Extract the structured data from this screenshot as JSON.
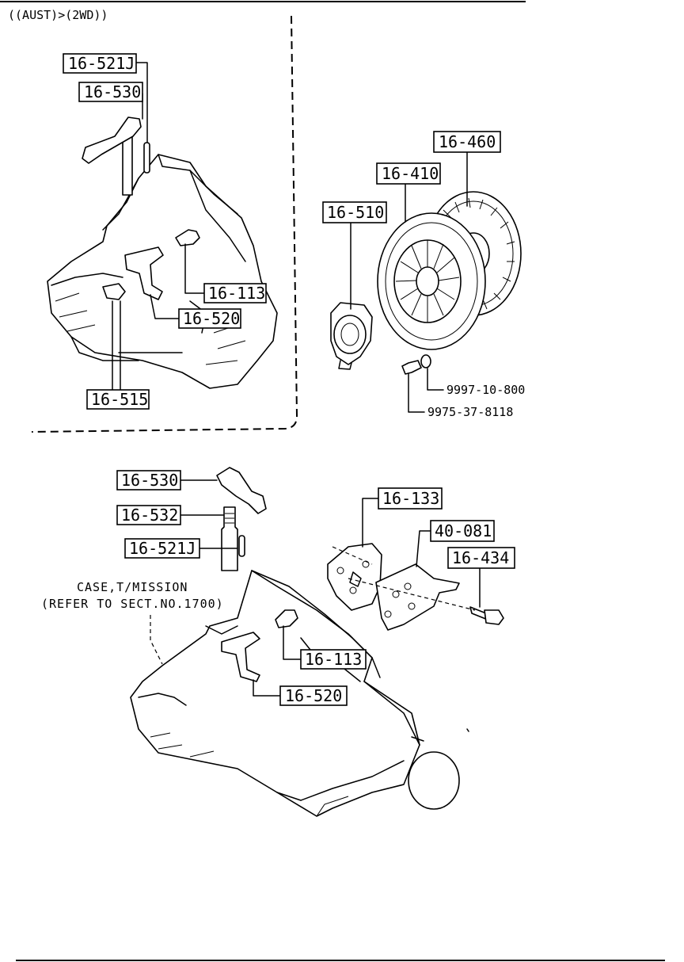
{
  "header": {
    "variant_label": "((AUST)>(2WD))"
  },
  "colors": {
    "ink": "#000000",
    "paper": "#ffffff"
  },
  "icons": {
    "upper_transmission": "transmission-case-icon",
    "lower_transmission": "transmission-case-icon",
    "clutch_cover": "clutch-cover-icon",
    "clutch_disc": "clutch-disc-icon",
    "release_bearing": "release-bearing-icon",
    "bracket": "bracket-icon",
    "bolt": "bolt-icon"
  },
  "upper_left_inset": {
    "callouts": [
      "16-521J",
      "16-530",
      "16-113",
      "16-520",
      "16-515"
    ]
  },
  "upper_right": {
    "callouts": [
      "16-460",
      "16-410",
      "16-510"
    ],
    "hardware": [
      "9997-10-800",
      "9975-37-8118"
    ]
  },
  "lower": {
    "callouts": [
      "16-530",
      "16-532",
      "16-521J",
      "16-133",
      "40-081",
      "16-434",
      "16-113",
      "16-520"
    ],
    "case_note": [
      "CASE,T/MISSION",
      "(REFER TO SECT.NO.1700)"
    ]
  }
}
